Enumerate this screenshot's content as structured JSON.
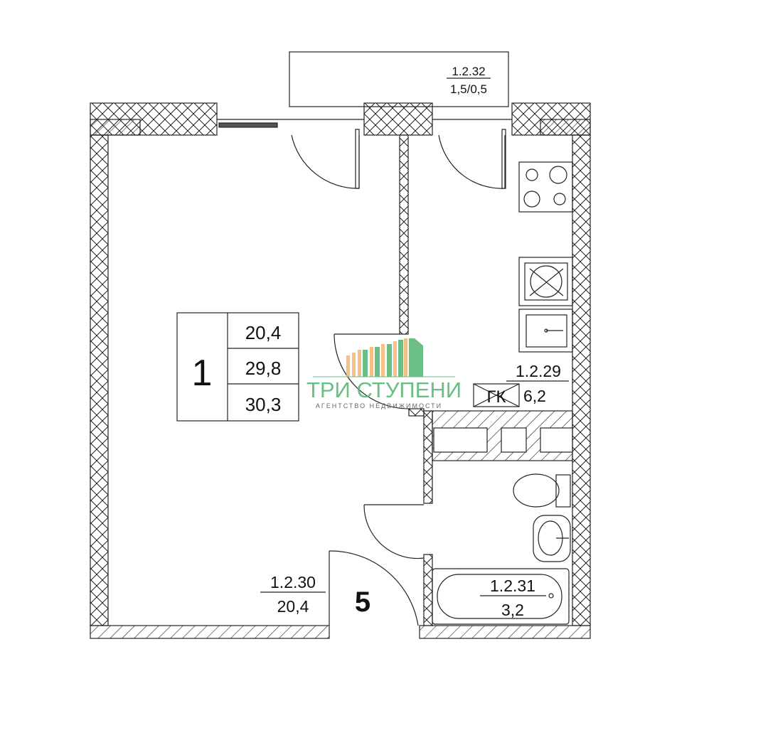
{
  "summary": {
    "rooms": "1",
    "living_area": "20,4",
    "total_area": "29,8",
    "total_with_balcony": "30,3"
  },
  "rooms": [
    {
      "id": "1.2.32",
      "area": "1,5/0,5"
    },
    {
      "id": "1.2.29",
      "area": "6,2"
    },
    {
      "id": "1.2.30",
      "area": "20,4"
    },
    {
      "id": "1.2.31",
      "area": "3,2"
    }
  ],
  "shaft_label": "ГК",
  "entrance_number": "5",
  "logo": {
    "name": "ТРИ СТУПЕНИ",
    "tagline": "АГЕНТСТВО НЕДВИЖИМОСТИ",
    "green": "#5cb87a",
    "orange": "#f4b97a"
  }
}
